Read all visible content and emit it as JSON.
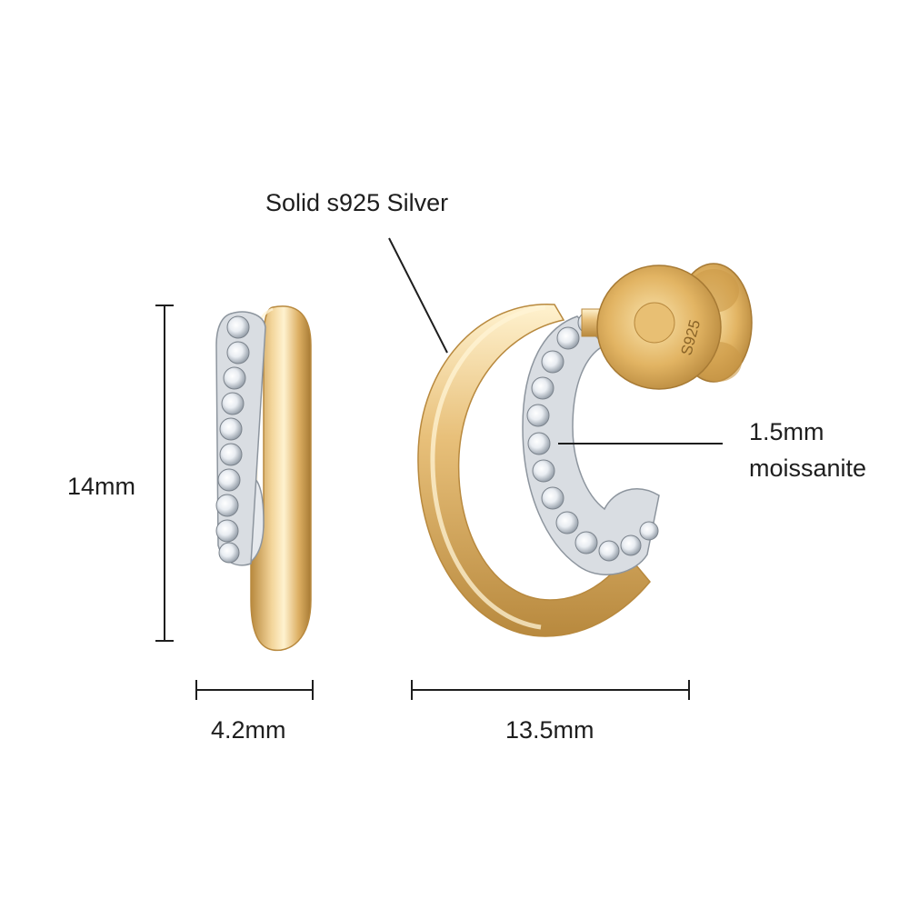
{
  "labels": {
    "material": "Solid s925 Silver",
    "height": "14mm",
    "width_side": "4.2mm",
    "width_front": "13.5mm",
    "stone_size": "1.5mm",
    "stone_type": "moissanite"
  },
  "stamp_mark": "S925",
  "colors": {
    "background": "#ffffff",
    "gold": "#e6be78",
    "gold_dark": "#b8893e",
    "gold_light": "#fff2cf",
    "silver": "#d9dde2",
    "line": "#1e1e1e"
  }
}
